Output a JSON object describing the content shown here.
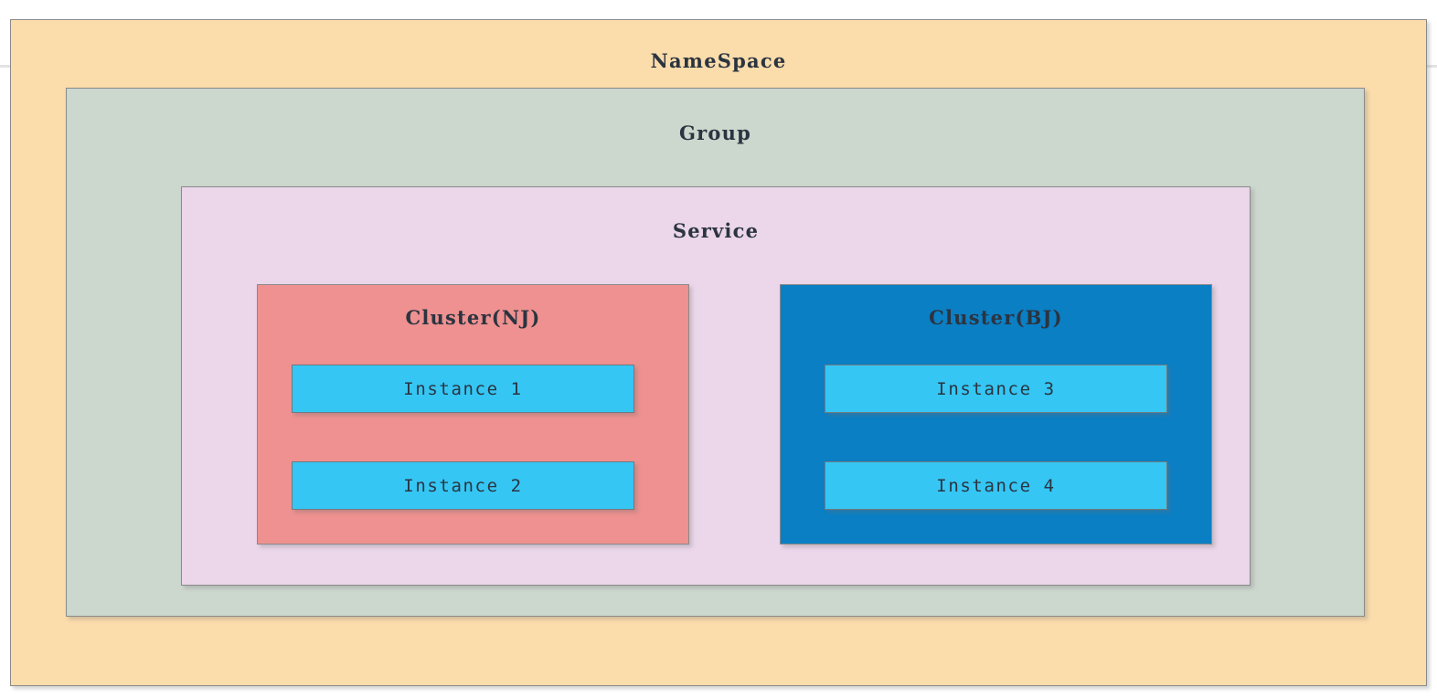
{
  "diagram": {
    "type": "nested-containment",
    "namespace": {
      "label": "NameSpace",
      "color": "#fbdcab",
      "border_color": "#8a8a8a"
    },
    "group": {
      "label": "Group",
      "color": "#ccd7ce",
      "border_color": "#8a8a8a"
    },
    "service": {
      "label": "Service",
      "color": "#ebd6ea",
      "border_color": "#8a8a8a"
    },
    "clusters": [
      {
        "label": "Cluster(NJ)",
        "color": "#ee9190",
        "border_color": "#8a8a8a",
        "instances": [
          {
            "label": "Instance 1",
            "color": "#35c6f4"
          },
          {
            "label": "Instance 2",
            "color": "#35c6f4"
          }
        ]
      },
      {
        "label": "Cluster(BJ)",
        "color": "#0b7fc4",
        "border_color": "#8a8a8a",
        "instances": [
          {
            "label": "Instance 3",
            "color": "#35c6f4"
          },
          {
            "label": "Instance 4",
            "color": "#35c6f4"
          }
        ]
      }
    ],
    "text_color": "#2b3440",
    "background": "#ffffff"
  }
}
